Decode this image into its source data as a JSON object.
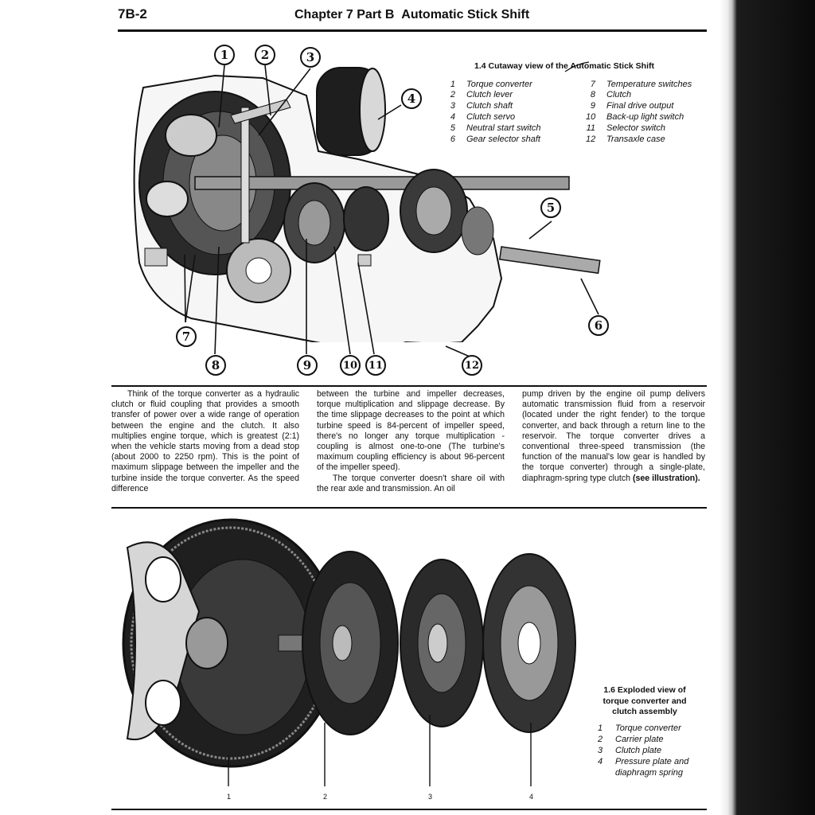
{
  "header": {
    "page_number": "7B-2",
    "chapter": "Chapter 7 Part B",
    "title": "Automatic Stick Shift"
  },
  "figure_1_4": {
    "title": "1.4 Cutaway view of the Automatic Stick Shift",
    "legend": [
      {
        "n": "1",
        "label": "Torque converter"
      },
      {
        "n": "2",
        "label": "Clutch lever"
      },
      {
        "n": "3",
        "label": "Clutch shaft"
      },
      {
        "n": "4",
        "label": "Clutch servo"
      },
      {
        "n": "5",
        "label": "Neutral start switch"
      },
      {
        "n": "6",
        "label": "Gear selector shaft"
      },
      {
        "n": "7",
        "label": "Temperature switches"
      },
      {
        "n": "8",
        "label": "Clutch"
      },
      {
        "n": "9",
        "label": "Final drive output"
      },
      {
        "n": "10",
        "label": "Back-up light switch"
      },
      {
        "n": "11",
        "label": "Selector switch"
      },
      {
        "n": "12",
        "label": "Transaxle case"
      }
    ],
    "callouts": [
      "1",
      "2",
      "3",
      "4",
      "5",
      "6",
      "7",
      "8",
      "9",
      "10",
      "11",
      "12"
    ]
  },
  "body_text": {
    "col1": "Think of the torque converter as a hydraulic clutch or fluid coupling that provides a smooth transfer of power over a wide range of operation between the engine and the clutch. It also multiplies engine torque, which is greatest (2:1) when the vehicle starts moving from a dead stop (about 2000 to 2250 rpm). This is the point of maximum slippage between the impeller and the turbine inside the torque converter. As the speed difference",
    "col2_p1": "between the turbine and impeller decreases, torque multiplication and slippage decrease. By the time slippage decreases to the point at which turbine speed is 84-percent of impeller speed, there's no longer any torque multiplication - coupling is almost one-to-one (The turbine's maximum coupling efficiency is about 96-percent of the impeller speed).",
    "col2_p2": "The torque converter doesn't share oil with the rear axle and transmission. An oil",
    "col3": "pump driven by the engine oil pump delivers automatic transmission fluid from a reservoir (located under the right fender) to the torque converter, and back through a return line to the reservoir. The torque converter drives a conventional three-speed transmission (the function of the manual's low gear is handled by the torque converter) through a single-plate, diaphragm-spring type clutch",
    "col3_ref": "(see illustration)."
  },
  "figure_1_6": {
    "title": "1.6 Exploded view of torque converter and clutch assembly",
    "legend": [
      {
        "n": "1",
        "label": "Torque converter"
      },
      {
        "n": "2",
        "label": "Carrier plate"
      },
      {
        "n": "3",
        "label": "Clutch plate"
      },
      {
        "n": "4",
        "label": "Pressure plate and diaphragm spring"
      }
    ],
    "part_numbers": [
      "1",
      "2",
      "3",
      "4"
    ]
  },
  "colors": {
    "ink": "#111111",
    "paper": "#ffffff",
    "gutter": "#0a0a0a"
  }
}
